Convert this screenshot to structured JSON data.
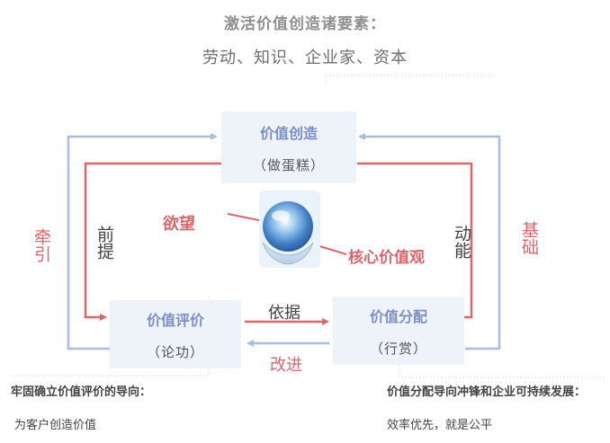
{
  "header": {
    "title": "激活价值创造诸要素：",
    "subtitle": "劳动、知识、企业家、资本"
  },
  "boxes": {
    "create": {
      "title": "价值创造",
      "sub": "（做蛋糕）"
    },
    "evaluate": {
      "title": "价值评价",
      "sub": "（论功）"
    },
    "distribute": {
      "title": "价值分配",
      "sub": "（行赏）"
    }
  },
  "labels": {
    "pull": "牵引",
    "premise": "前提",
    "power": "动能",
    "foundation": "基础",
    "basis": "依据",
    "improve": "改进",
    "desire": "欲望",
    "core_values": "核心价值观"
  },
  "notes": {
    "left_title": "牢固确立价值评价的导向：",
    "left_text": "为客户创造价值",
    "right_title": "价值分配导向冲锋和企业可持续发展：",
    "right_text": "效率优先，就是公平"
  },
  "colors": {
    "blue_arrow": "#a7bedd",
    "red_arrow": "#d9676b",
    "box_bg": "#eef2f9",
    "box_title": "#7e8fc8"
  }
}
